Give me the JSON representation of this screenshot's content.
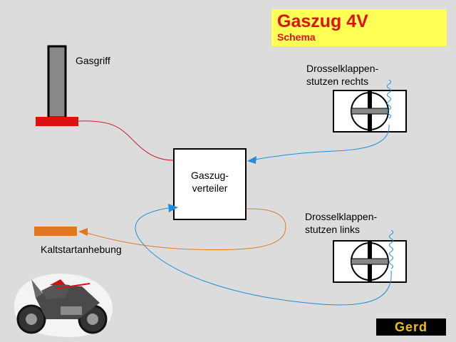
{
  "title": {
    "main": "Gaszug 4V",
    "sub": "Schema"
  },
  "labels": {
    "gasgriff": "Gasgriff",
    "drossel_rechts_line1": "Drosselklappen-",
    "drossel_rechts_line2": "stutzen rechts",
    "verteiler_line1": "Gaszug-",
    "verteiler_line2": "verteiler",
    "drossel_links_line1": "Drosselklappen-",
    "drossel_links_line2": "stutzen links",
    "kaltstart": "Kaltstartanhebung"
  },
  "logo": {
    "text": "Gerd"
  },
  "colors": {
    "background": "#dcdcdc",
    "title_bg": "#ffff55",
    "title_text": "#dd1111",
    "red_cable": "#cc2222",
    "blue_cable": "#1e8fd8",
    "orange_cable": "#e07820",
    "red_part": "#dd1111",
    "orange_part": "#e07820"
  }
}
